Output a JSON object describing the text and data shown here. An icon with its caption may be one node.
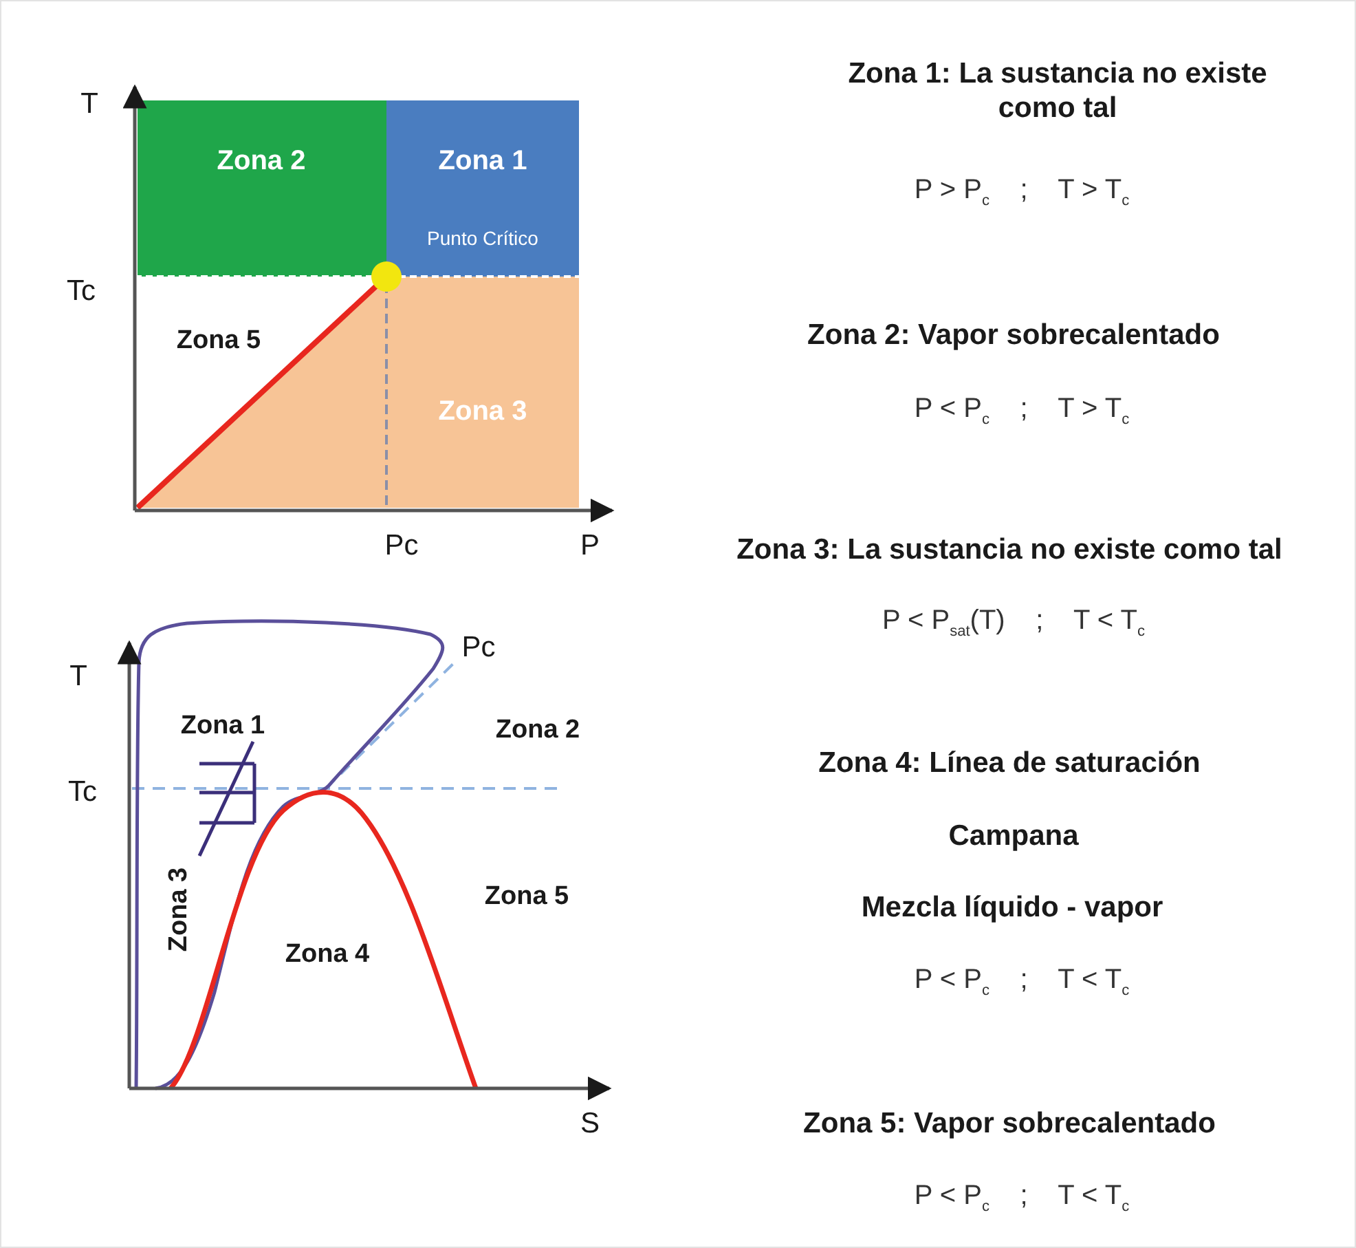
{
  "diagram": {
    "labels": [
      "T",
      "Zona 2",
      "Zona 1",
      "Punto Crítico",
      "Tc",
      "Zona 5",
      "Zona 3",
      "Pc",
      "P",
      "Pc",
      "T",
      "Zona 1",
      "Zona 2",
      "Tc",
      "Zona 3",
      "Zona 5",
      "Zona 4",
      "S",
      "Zona 1: La sustancia no existe como tal",
      "P > P$_{c}$    ;    T > T$_{c}$",
      "Zona 2: Vapor sobrecalentado",
      "P < P$_{c}$    ;    T > T$_{c}$",
      "Zona 3: La sustancia no existe como tal",
      "P < P$_{sat}$(T)    ;    T < T$_{c}$",
      "Zona 4: Línea de saturación",
      "Campana",
      "Mezcla líquido - vapor",
      "P < P$_{c}$    ;    T < T$_{c}$",
      "Zona 5: Vapor sobrecalentado",
      "P < P$_{c}$    ;    T < T$_{c}$"
    ]
  }
}
